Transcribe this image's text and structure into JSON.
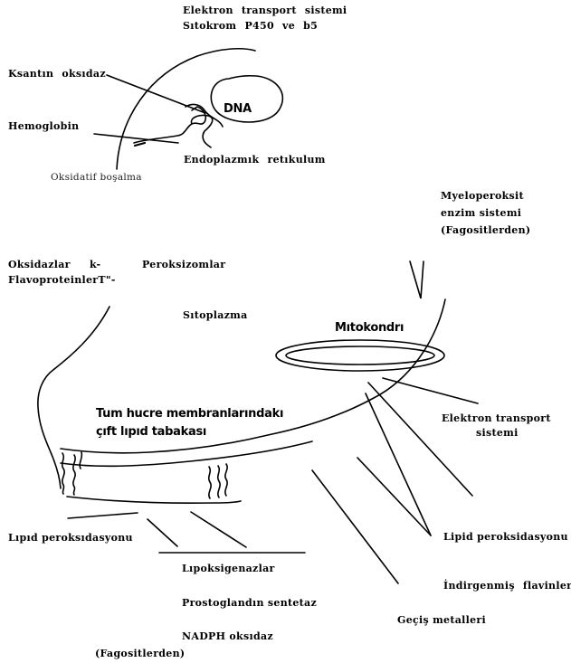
{
  "labels": {
    "etc_top_1": "Elektron transport sistemi",
    "etc_top_2": "Sıtokrom P450 ve b5",
    "xanthine_oxidase": "Ksantın oksıdaz",
    "dna": "DNA",
    "hemoglobin": "Hemoglobin",
    "endoplasmic_reticulum": "Endoplazmık retıkulum",
    "oxidative_burst": "Oksidatif boşalma",
    "myeloperoxidase_1": "Myeloperoksit",
    "myeloperoxidase_2": "enzim sistemi",
    "myeloperoxidase_3": "(Fagositlerden)",
    "oxidases_1": "Oksidazlar",
    "oxidases_k": "k-",
    "peroxisomes": "Peroksizomlar",
    "flavoproteins": "FlavoproteinlerT\"-",
    "cytoplasm": "Sıtoplazma",
    "mitochondria": "Mıtokondrı",
    "membrane_1": "Tum hucre membranlarındakı",
    "membrane_2": "çıft lıpıd tabakası",
    "etc_right_1": "Elektron transport",
    "etc_right_2": "sistemi",
    "lipid_perox_left": "Lıpıd peroksıdasyonu",
    "lipid_perox_right": "Lipid peroksidasyonu",
    "lipoxygenases": "Lıpoksigenazlar",
    "reduced_flavins": "İndirgenmiş flavinler",
    "prostaglandin": "Prostoglandın sentetaz",
    "transition_metals": "Geçiş metalleri",
    "nadph": "NADPH oksıdaz",
    "phagocytes_bottom": "(Fagositlerden)"
  }
}
